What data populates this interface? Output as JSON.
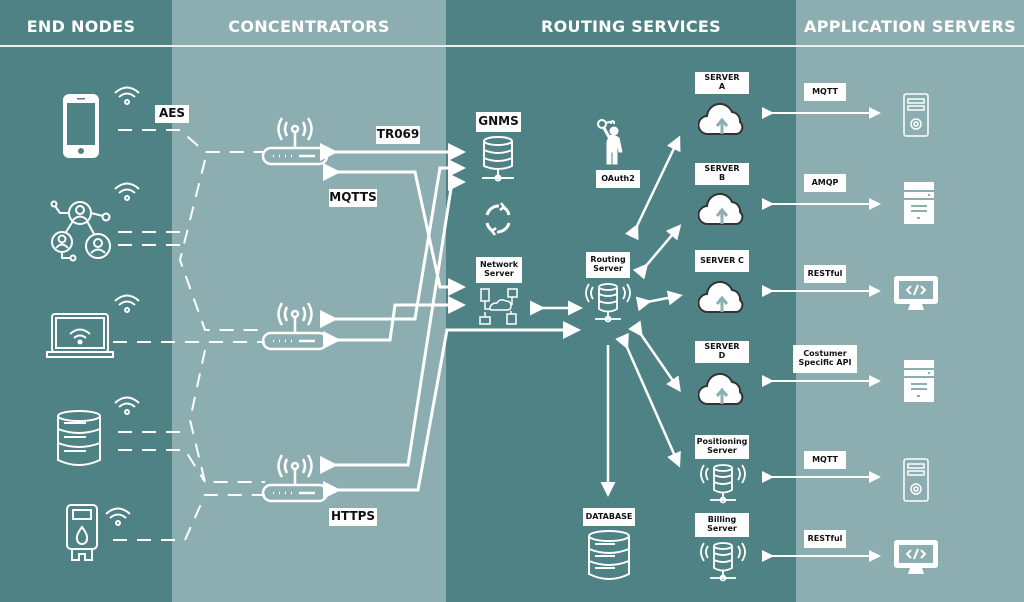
{
  "columns": [
    {
      "id": "end-nodes",
      "title": "END NODES",
      "color": "#4f8285"
    },
    {
      "id": "concentrators",
      "title": "CONCENTRATORS",
      "color": "#8daeb1"
    },
    {
      "id": "routing-services",
      "title": "ROUTING SERVICES",
      "color": "#4f8285"
    },
    {
      "id": "application-servers",
      "title": "APPLICATION SERVERS",
      "color": "#8daeb1"
    }
  ],
  "end_nodes": [
    {
      "name": "smartphone",
      "icon": "smartphone-icon"
    },
    {
      "name": "people-network",
      "icon": "people-network-icon"
    },
    {
      "name": "laptop",
      "icon": "laptop-icon"
    },
    {
      "name": "database-node",
      "icon": "database-icon"
    },
    {
      "name": "water-meter",
      "icon": "water-meter-icon"
    }
  ],
  "labels": {
    "aes": "AES",
    "tr069": "TR069",
    "mqtts": "MQTTS",
    "https": "HTTPS",
    "gnms": "GNMS",
    "network_server": "Network Server",
    "routing_server": "Routing Server",
    "oauth2": "OAuth2",
    "database": "DATABASE"
  },
  "servers": [
    {
      "label": "SERVER A",
      "icon": "cloud-upload-icon",
      "protocol": "MQTT",
      "app_icon": "tower-pc-icon"
    },
    {
      "label": "SERVER B",
      "icon": "cloud-upload-icon",
      "protocol": "AMQP",
      "app_icon": "server-box-icon"
    },
    {
      "label": "SERVER C",
      "icon": "cloud-upload-icon",
      "protocol": "RESTful",
      "app_icon": "code-monitor-icon"
    },
    {
      "label": "SERVER D",
      "icon": "cloud-upload-icon",
      "protocol": "Costumer Specific API",
      "app_icon": "server-box-icon"
    },
    {
      "label": "Positioning Server",
      "icon": "wireless-database-icon",
      "protocol": "MQTT",
      "app_icon": "tower-pc-icon"
    },
    {
      "label": "Billing Server",
      "icon": "wireless-database-icon",
      "protocol": "RESTful",
      "app_icon": "code-monitor-icon"
    }
  ],
  "colors": {
    "dark_teal": "#4f8285",
    "light_teal": "#8daeb1",
    "line": "#ffffff",
    "label_bg": "#ffffff",
    "label_text": "#111111"
  }
}
